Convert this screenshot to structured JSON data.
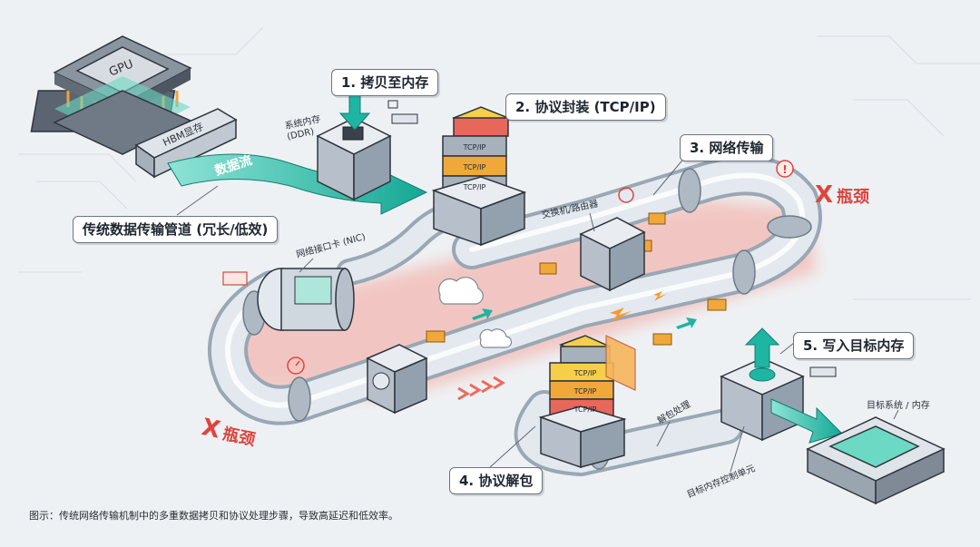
{
  "labels": {
    "step1": "1. 拷贝至内存",
    "step2": "2. 协议封装 (TCP/IP)",
    "step3": "3. 网络传输",
    "step4": "4. 协议解包",
    "step5": "5. 写入目标内存",
    "pipeline_title": "传统数据传输管道 (冗长/低效)",
    "gpu": "GPU",
    "hbm": "HBM显存",
    "data_flow": "数据流",
    "system_memory_line1": "系统内存",
    "system_memory_line2": "(DDR)",
    "nic": "网络接口卡 (NIC)",
    "switch": "交换机/路由器",
    "tcp": "TCP/IP",
    "unpack": "解包处理",
    "target_memory_controller": "目标内存控制单元",
    "target_system": "目标系统 / 内存",
    "bottleneck": "瓶颈",
    "x_mark": "X",
    "caption": "图示：传统网络传输机制中的多重数据拷贝和协议处理步骤，导致高延迟和低效率。"
  },
  "colors": {
    "background": "#eef1f4",
    "teal": "#1fb5a3",
    "pipe": "#c9d3dc",
    "glow_red": "#f4a49a",
    "bottleneck_red": "#e0443c",
    "orange": "#f0a83a",
    "yellow": "#f5cf4a",
    "red_block": "#e8665a"
  }
}
